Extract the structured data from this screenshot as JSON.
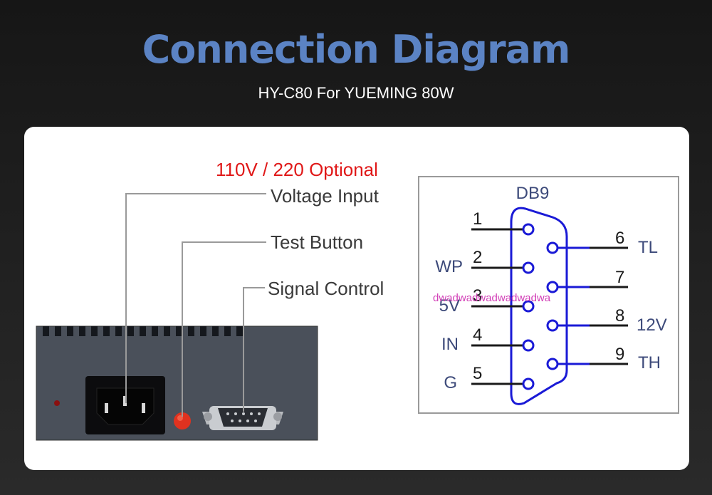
{
  "header": {
    "title": "Connection Diagram",
    "subtitle": "HY-C80 For YUEMING 80W"
  },
  "panel": {
    "voltage_note": "110V / 220 Optional",
    "labels": {
      "voltage_input": "Voltage Input",
      "test_button": "Test Button",
      "signal_control": "Signal Control"
    }
  },
  "db9": {
    "title": "DB9",
    "left_pins": [
      {
        "num": "1",
        "signal": ""
      },
      {
        "num": "2",
        "signal": "WP"
      },
      {
        "num": "3",
        "signal": "5V"
      },
      {
        "num": "4",
        "signal": "IN"
      },
      {
        "num": "5",
        "signal": "G"
      }
    ],
    "right_pins": [
      {
        "num": "6",
        "signal": "TL"
      },
      {
        "num": "7",
        "signal": ""
      },
      {
        "num": "8",
        "signal": "12V"
      },
      {
        "num": "9",
        "signal": "TH"
      }
    ],
    "connector_color": "#1a1ad6",
    "label_color": "#3d4a7a"
  },
  "watermark": "dwadwadwadwadwadwa"
}
